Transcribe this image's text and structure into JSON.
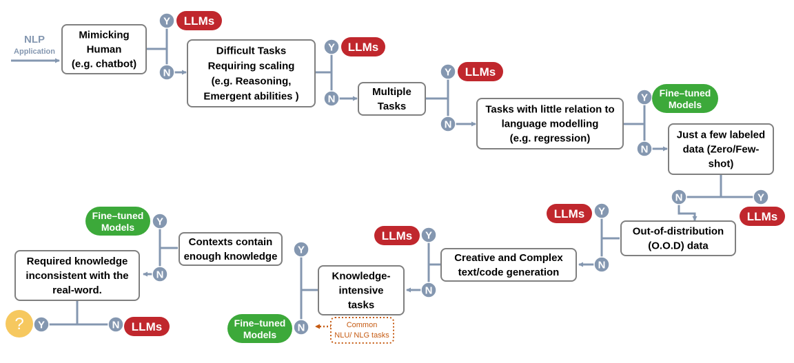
{
  "start": {
    "top": "NLP",
    "bottom": "Application"
  },
  "boxes": {
    "mimicking": [
      "Mimicking",
      "Human",
      "(e.g. chatbot)"
    ],
    "difficult": [
      "Difficult Tasks",
      "Requiring  scaling",
      "(e.g. Reasoning,",
      "Emergent abilities )"
    ],
    "multiple": [
      "Multiple",
      "Tasks"
    ],
    "little_relation": [
      "Tasks with little relation to",
      "language modelling",
      "(e.g. regression)"
    ],
    "few_labeled": [
      "Just a few labeled",
      "data (Zero/Few-",
      "shot)"
    ],
    "ood": [
      "Out-of-distribution",
      "(O.O.D) data"
    ],
    "creative": [
      "Creative and Complex",
      "text/code generation"
    ],
    "knowledge": [
      "Knowledge-",
      "intensive",
      "tasks"
    ],
    "contexts": [
      "Contexts contain",
      "enough knowledge"
    ],
    "required": [
      "Required knowledge",
      "inconsistent with the",
      "real-word."
    ]
  },
  "labels": {
    "yes": "Y",
    "no": "N",
    "llms": "LLMs",
    "fine_tuned": [
      "Fine–tuned",
      "Models"
    ],
    "question": "?",
    "common": [
      "Common",
      "NLU/ NLG tasks"
    ]
  },
  "colors": {
    "connector": "#8497b0",
    "node": "#8497b0",
    "llms": "#c0272d",
    "fine_tuned": "#3ca93a",
    "question": "#f6c85f",
    "common": "#c55a11",
    "box_border": "#7f7f7f",
    "text": "#000000"
  }
}
